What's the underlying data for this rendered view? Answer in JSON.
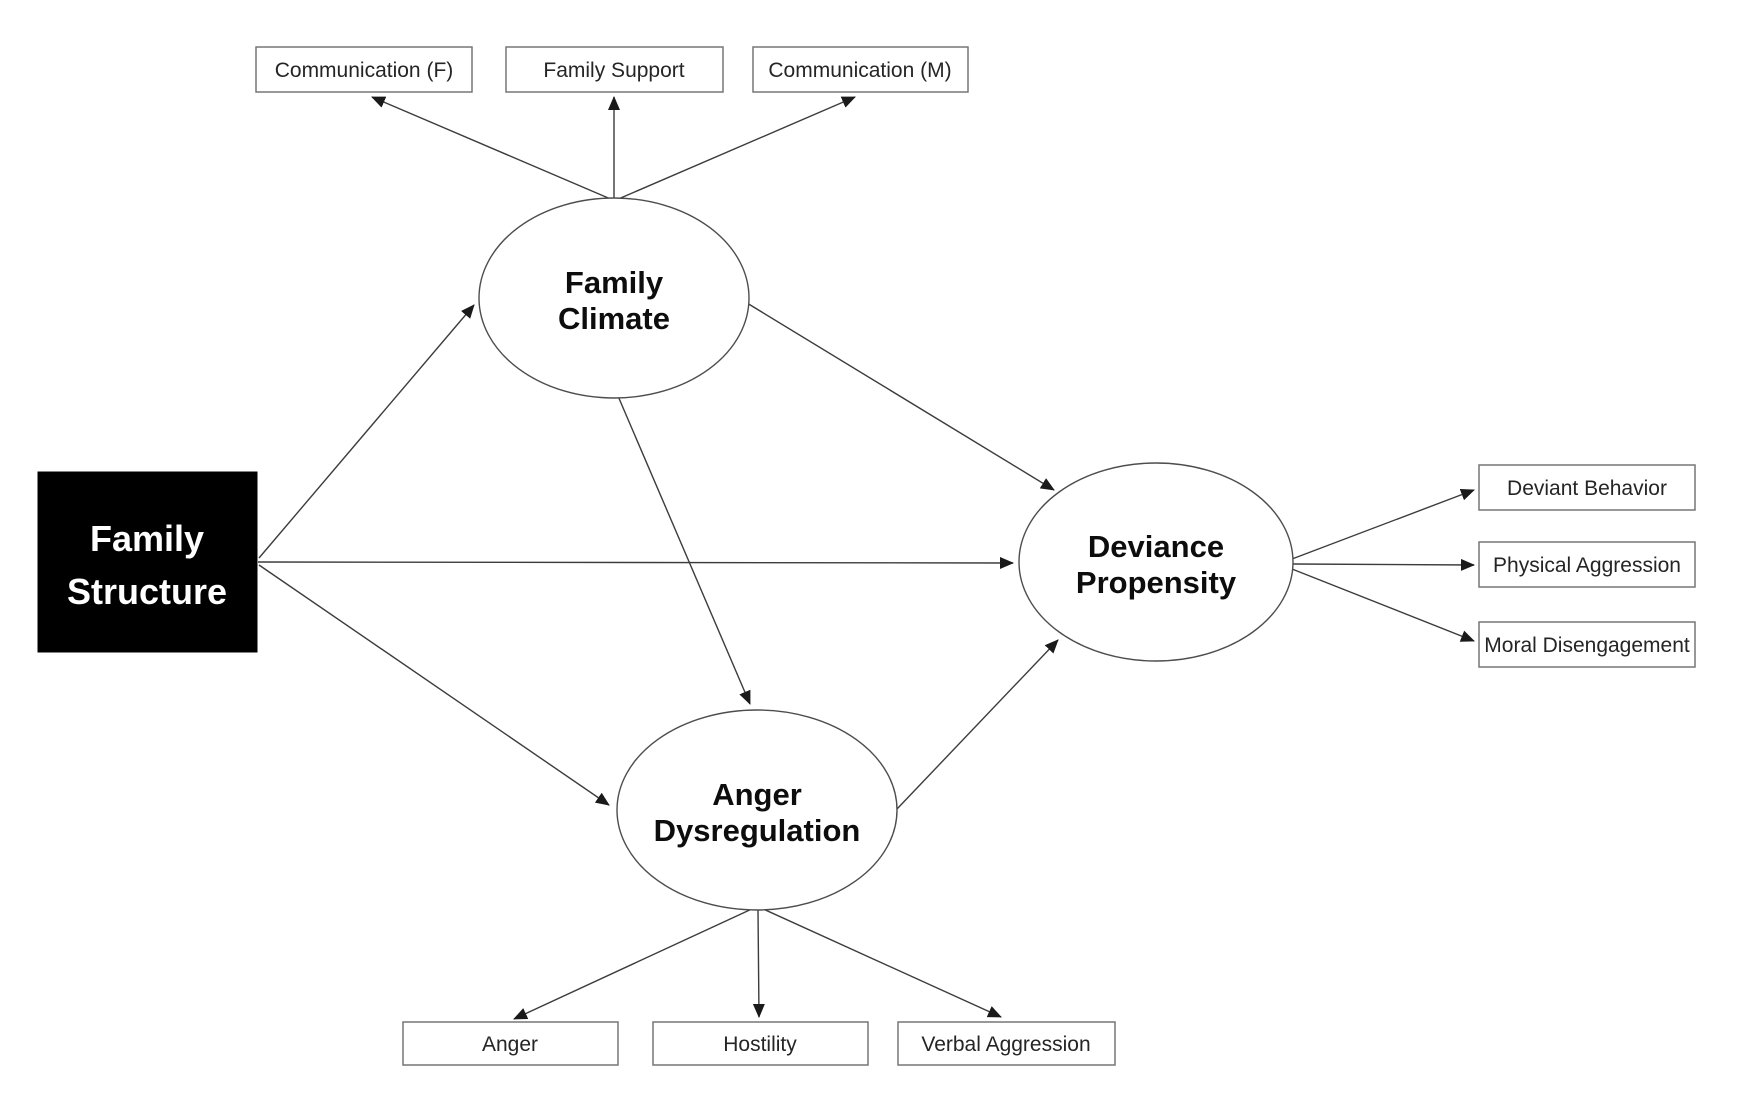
{
  "diagram": {
    "type": "structural-equation-model-path-diagram",
    "exogenous_node": {
      "id": "family_structure",
      "label_line1": "Family",
      "label_line2": "Structure"
    },
    "latent_nodes": {
      "family_climate": {
        "line1": "Family",
        "line2": "Climate"
      },
      "deviance_propensity": {
        "line1": "Deviance",
        "line2": "Propensity"
      },
      "anger_dysregulation": {
        "line1": "Anger",
        "line2": "Dysregulation"
      }
    },
    "indicator_nodes": {
      "communication_f": "Communication (F)",
      "family_support": "Family Support",
      "communication_m": "Communication (M)",
      "deviant_behavior": "Deviant Behavior",
      "physical_aggression": "Physical Aggression",
      "moral_disengagement": "Moral Disengagement",
      "anger": "Anger",
      "hostility": "Hostility",
      "verbal_aggression": "Verbal Aggression"
    },
    "edges": [
      {
        "from": "family_structure",
        "to": "family_climate"
      },
      {
        "from": "family_structure",
        "to": "deviance_propensity"
      },
      {
        "from": "family_structure",
        "to": "anger_dysregulation"
      },
      {
        "from": "family_climate",
        "to": "communication_f"
      },
      {
        "from": "family_climate",
        "to": "family_support"
      },
      {
        "from": "family_climate",
        "to": "communication_m"
      },
      {
        "from": "family_climate",
        "to": "deviance_propensity"
      },
      {
        "from": "family_climate",
        "to": "anger_dysregulation"
      },
      {
        "from": "anger_dysregulation",
        "to": "deviance_propensity"
      },
      {
        "from": "deviance_propensity",
        "to": "deviant_behavior"
      },
      {
        "from": "deviance_propensity",
        "to": "physical_aggression"
      },
      {
        "from": "deviance_propensity",
        "to": "moral_disengagement"
      },
      {
        "from": "anger_dysregulation",
        "to": "anger"
      },
      {
        "from": "anger_dysregulation",
        "to": "hostility"
      },
      {
        "from": "anger_dysregulation",
        "to": "verbal_aggression"
      }
    ],
    "colors": {
      "background": "#ffffff",
      "node_fill": "#ffffff",
      "rect_border": "#767676",
      "ellipse_border": "#4d4d4d",
      "arrow": "#3c3c3c",
      "label_text": "#252525",
      "latent_text": "#0d0d0d",
      "exo_fill": "#000000",
      "exo_text": "#ffffff"
    }
  }
}
